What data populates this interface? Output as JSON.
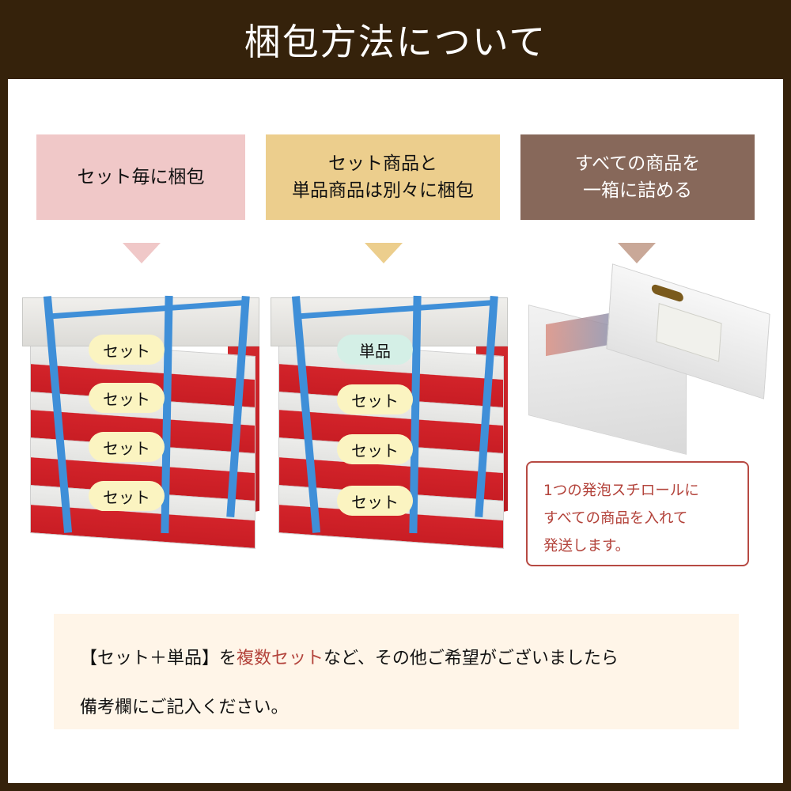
{
  "header": {
    "title": "梱包方法について"
  },
  "colors": {
    "background_dark": "#35220b",
    "pink": "#f0c8c8",
    "yellow": "#ecce8d",
    "brown": "#87685a",
    "accent_red": "#b3433b",
    "info_bg": "#fff5e8",
    "pill_set": "#fbf4c1",
    "pill_single": "#d4efe6",
    "strap_blue": "#3f8fd8"
  },
  "options": [
    {
      "label_line1": "セット毎に梱包",
      "label_line2": "",
      "pills": [
        "セット",
        "セット",
        "セット",
        "セット"
      ]
    },
    {
      "label_line1": "セット商品と",
      "label_line2": "単品商品は別々に梱包",
      "pills": [
        "単品",
        "セット",
        "セット",
        "セット"
      ]
    },
    {
      "label_line1": "すべての商品を",
      "label_line2": "一箱に詰める",
      "note": {
        "line1": "1つの発泡スチロールに",
        "line2": "すべての商品を入れて",
        "line3": "発送します。"
      }
    }
  ],
  "info": {
    "part1": "【セット＋単品】を",
    "highlight": "複数セット",
    "part2": "など、その他ご希望がございましたら",
    "line2": "備考欄にご記入ください。"
  }
}
